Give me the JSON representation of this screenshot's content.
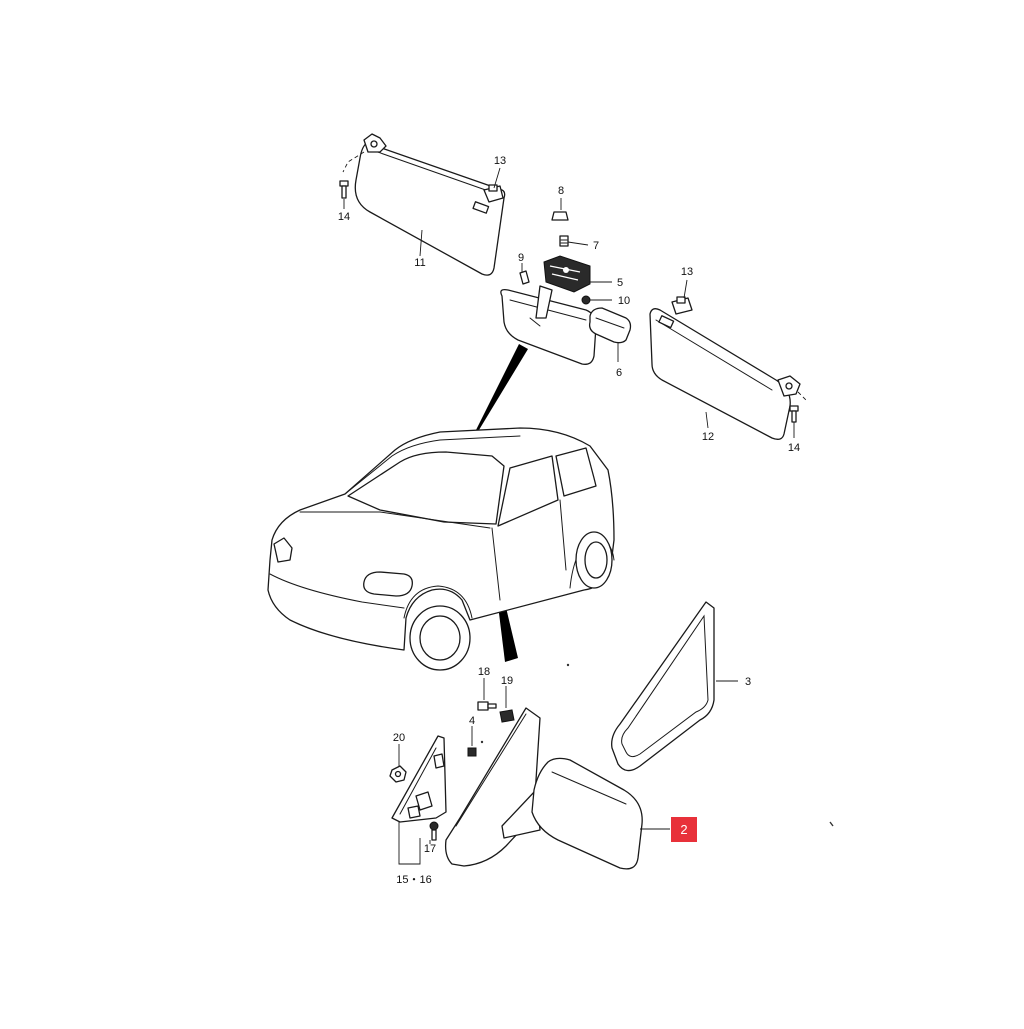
{
  "callouts": {
    "c2": "2",
    "c3": "3",
    "c4": "4",
    "c5": "5",
    "c6": "6",
    "c7": "7",
    "c8": "8",
    "c9": "9",
    "c10": "10",
    "c11": "11",
    "c12": "12",
    "c13_left": "13",
    "c13_right": "13",
    "c14_left": "14",
    "c14_right": "14",
    "c15_16": "15・16",
    "c17": "17",
    "c18": "18",
    "c19": "19",
    "c20": "20"
  },
  "colors": {
    "highlight": "#e8313a",
    "line": "#1a1a1a"
  }
}
